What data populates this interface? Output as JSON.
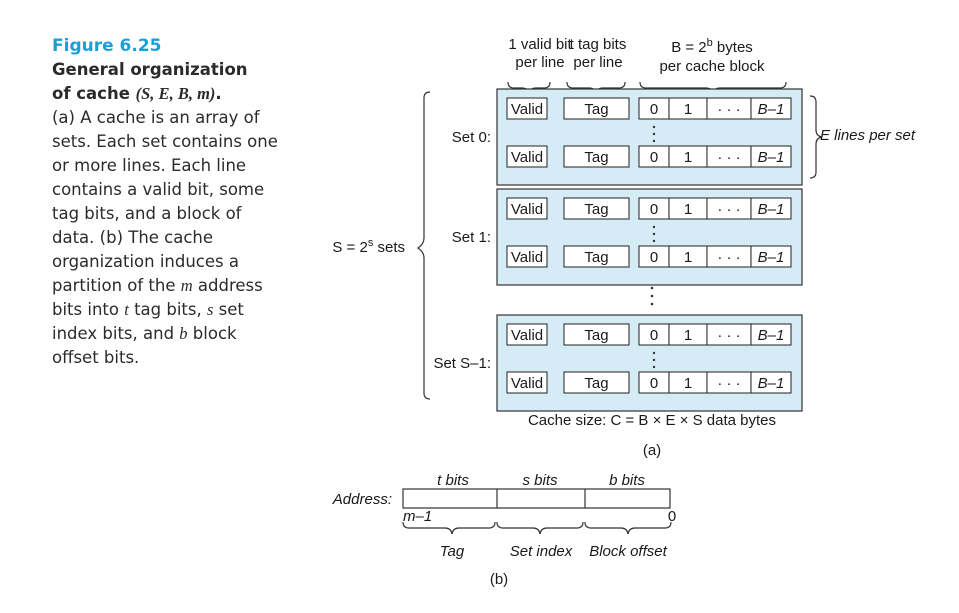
{
  "caption": {
    "figure": "Figure 6.25",
    "title_line1": "General organization",
    "title_line2_prefix": "of cache ",
    "title_params": "(S, E, B, m)",
    "title_suffix": ".",
    "body_a": "(a) A cache is an array of sets. Each set contains one or more lines. Each line contains a valid bit, some tag bits, and a block of data. (b) The cache organization induces a partition of the ",
    "body_m": "m",
    "body_b": " address bits into ",
    "body_t": "t",
    "body_c": " tag bits, ",
    "body_s": "s",
    "body_d": " set index bits, and ",
    "body_bb": "b",
    "body_e": " block offset bits."
  },
  "diagram_a": {
    "header_valid_line1": "1 valid bit",
    "header_valid_line2": "per line",
    "header_tag_line1": "t tag bits",
    "header_tag_line2": "per line",
    "header_block_line1": "B = 2",
    "header_block_sup": "b",
    "header_block_line1_suffix": " bytes",
    "header_block_line2": "per cache block",
    "sets": [
      {
        "label": "Set 0:"
      },
      {
        "label": "Set 1:"
      },
      {
        "label": "Set S–1:"
      }
    ],
    "line": {
      "valid": "Valid",
      "tag": "Tag",
      "byte0": "0",
      "byte1": "1",
      "ellipsis": "· · ·",
      "last": "B–1"
    },
    "lines_per_set_label": "E lines per set",
    "sets_label_prefix": "S = 2",
    "sets_label_sup": "s",
    "sets_label_suffix": " sets",
    "cache_size_prefix": "Cache size:  ",
    "cache_size_formula": "C = B × E × S",
    "cache_size_suffix": " data bytes",
    "sublabel": "(a)"
  },
  "diagram_b": {
    "address_label": "Address:",
    "t_bits": "t bits",
    "s_bits": "s bits",
    "b_bits": "b bits",
    "msb": "m–1",
    "lsb": "0",
    "tag": "Tag",
    "set_index": "Set index",
    "block_offset": "Block offset",
    "sublabel": "(b)"
  },
  "colors": {
    "set_fill": "#d5ecf7",
    "figure_label": "#1a9fd6"
  }
}
